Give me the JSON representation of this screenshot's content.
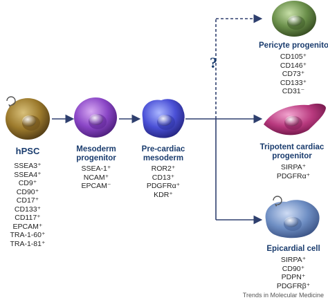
{
  "nodes": {
    "hpsc": {
      "title": "hPSC",
      "markers": [
        "SSEA3⁺",
        "SSEA4⁺",
        "CD9⁺",
        "CD90⁺",
        "CD17⁺",
        "CD133⁺",
        "CD117⁺",
        "EPCAM⁺",
        "TRA-1-60⁺",
        "TRA-1-81⁺"
      ]
    },
    "mesoderm": {
      "title_lines": [
        "Mesoderm",
        "progenitor"
      ],
      "markers": [
        "SSEA-1⁺",
        "NCAM⁺",
        "EPCAM⁻"
      ]
    },
    "precardiac": {
      "title_lines": [
        "Pre-cardiac",
        "mesoderm"
      ],
      "markers": [
        "ROR2⁺",
        "CD13⁺",
        "PDGFRα⁺",
        "KDR⁺"
      ]
    },
    "pericyte": {
      "title": "Pericyte progenitor",
      "markers": [
        "CD105⁺",
        "CD146⁺",
        "CD73⁺",
        "CD133⁺",
        "CD31⁻"
      ]
    },
    "tripotent": {
      "title_lines": [
        "Tripotent cardiac",
        "progenitor"
      ],
      "markers": [
        "SIRPA⁺",
        "PDGFRα⁺"
      ]
    },
    "epicardial": {
      "title": "Epicardial cell",
      "markers": [
        "SIRPA⁺",
        "CD90⁺",
        "PDPN⁺",
        "PDGFRβ⁺"
      ]
    }
  },
  "question_mark": "?",
  "credit": "Trends in Molecular Medicine",
  "colors": {
    "arrow": "#2e3f6e",
    "title": "#1a3c6e",
    "hpsc": "#9c7a2c",
    "mesoderm": "#8a46c6",
    "precardiac": "#4a50d6",
    "pericyte": "#6a8f4a",
    "tripotent": "#b8397e",
    "epicardial": "#6f8fc4"
  }
}
